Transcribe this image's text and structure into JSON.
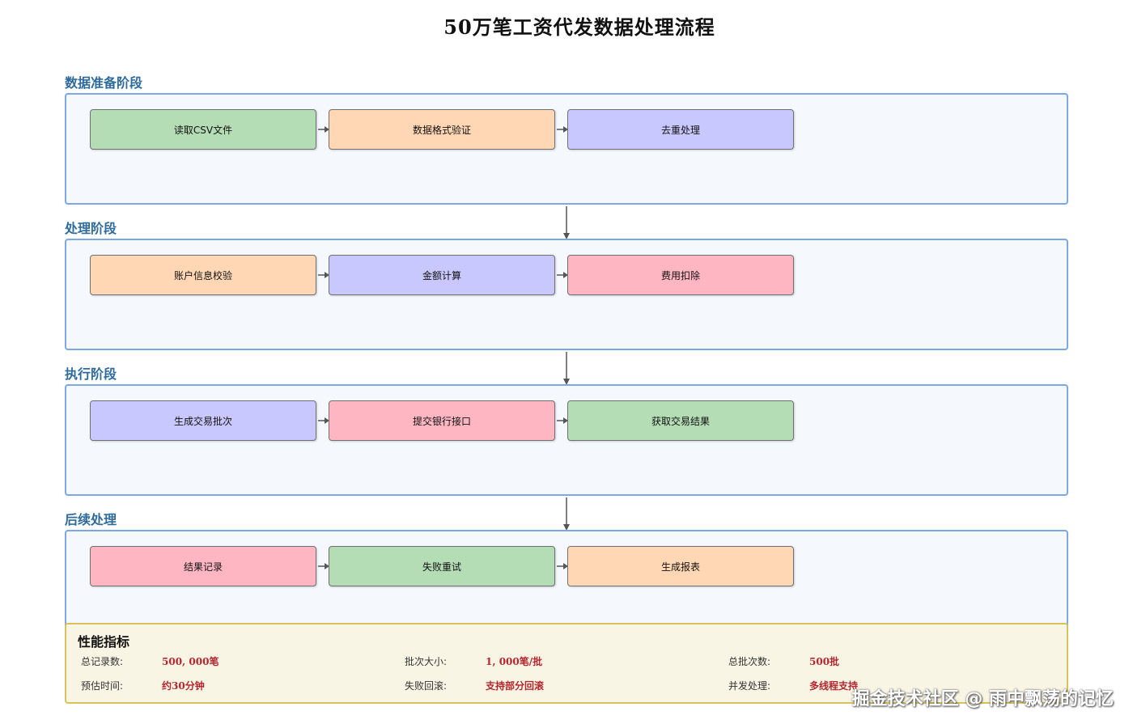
{
  "title": "50万笔工资代发数据处理流程",
  "stages": [
    {
      "label": "数据准备阶段",
      "nodes": [
        {
          "label": "读取CSV文件",
          "color": "#b4ddb5"
        },
        {
          "label": "数据格式验证",
          "color": "#ffd7b5"
        },
        {
          "label": "去重处理",
          "color": "#c8c8fe"
        }
      ]
    },
    {
      "label": "处理阶段",
      "nodes": [
        {
          "label": "账户信息校验",
          "color": "#ffd7b5"
        },
        {
          "label": "金额计算",
          "color": "#c8c8fe"
        },
        {
          "label": "费用扣除",
          "color": "#ffb6c3"
        }
      ]
    },
    {
      "label": "执行阶段",
      "nodes": [
        {
          "label": "生成交易批次",
          "color": "#c8c8fe"
        },
        {
          "label": "提交银行接口",
          "color": "#ffb6c3"
        },
        {
          "label": "获取交易结果",
          "color": "#b4ddb5"
        }
      ]
    },
    {
      "label": "后续处理",
      "nodes": [
        {
          "label": "结果记录",
          "color": "#ffb6c3"
        },
        {
          "label": "失败重试",
          "color": "#b4ddb5"
        },
        {
          "label": "生成报表",
          "color": "#ffd7b5"
        }
      ]
    }
  ],
  "metrics": {
    "title": "性能指标",
    "items": [
      {
        "label": "总记录数:",
        "value": "500, 000笔"
      },
      {
        "label": "批次大小:",
        "value": "1, 000笔/批"
      },
      {
        "label": "总批次数:",
        "value": "500批"
      },
      {
        "label": "预估时间:",
        "value": "约30分钟"
      },
      {
        "label": "失败回滚:",
        "value": "支持部分回滚"
      },
      {
        "label": "并发处理:",
        "value": "多线程支持"
      }
    ]
  },
  "watermark": "掘金技术社区 @ 雨中飘荡的记忆",
  "colors": {
    "stage_border": "#7ea7e6",
    "stage_fill": "#f5f9fe",
    "stage_label": "#2f6b9a",
    "metrics_border": "#d8c25a",
    "metrics_fill": "#f8f5e4",
    "metric_value": "#b4262f"
  }
}
